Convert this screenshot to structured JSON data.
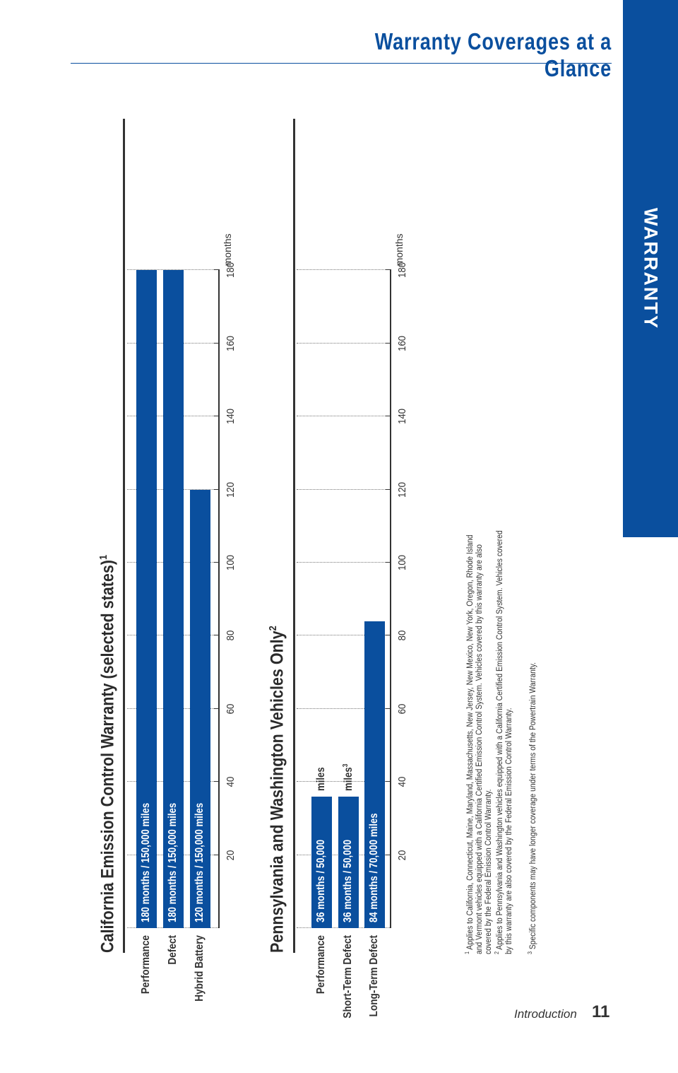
{
  "header": {
    "title": "Warranty Coverages at a Glance"
  },
  "side_tab": {
    "label": "WARRANTY",
    "color": "#0a4f9e"
  },
  "chart_data": [
    {
      "type": "bar",
      "title": "California Emission Control Warranty (selected states)",
      "title_sup": "1",
      "categories": [
        "Performance",
        "Defect",
        "Hybrid Battery"
      ],
      "values": [
        180,
        180,
        120
      ],
      "bar_labels": [
        "180 months  /  150,000 miles",
        "180 months  /  150,000 miles",
        "120 months  /  150,000 miles"
      ],
      "unit": "months",
      "xlim": [
        0,
        180
      ],
      "ticks": [
        20,
        40,
        60,
        80,
        100,
        120,
        140,
        160,
        180
      ],
      "grid": true
    },
    {
      "type": "bar",
      "title": "Pennsylvania and Washington Vehicles Only",
      "title_sup": "2",
      "categories": [
        "Performance",
        "Short-Term Defect",
        "Long-Term Defect"
      ],
      "values": [
        36,
        36,
        84
      ],
      "bar_labels": [
        "36 months  /  50,000",
        "36 months  /  50,000",
        "84 months  /  70,000 miles"
      ],
      "bar_notes": [
        "miles",
        "miles",
        ""
      ],
      "bar_note_sups": [
        "",
        "3",
        ""
      ],
      "unit": "months",
      "xlim": [
        0,
        180
      ],
      "ticks": [
        20,
        40,
        60,
        80,
        100,
        120,
        140,
        160,
        180
      ],
      "grid": true
    }
  ],
  "footnotes": [
    {
      "num": "1",
      "text": "Applies to California, Connecticut, Maine, Maryland, Massachusetts, New Jersey, New Mexico, New York, Oregon, Rhode Island and Vermont vehicles equipped with a California Certified Emission Control System. Vehicles covered by this warranty are also covered by the Federal Emission Control Warranty."
    },
    {
      "num": "2",
      "text": "Applies to Pennsylvania and Washington vehicles equipped with a California Certified Emission Control System. Vehicles covered by this warranty are also covered by the Federal Emission Control Warranty."
    },
    {
      "num": "3",
      "text": "Specific components may have longer coverage under terms of the Powertrain Warranty."
    }
  ],
  "footer": {
    "section": "Introduction",
    "page": "11"
  }
}
